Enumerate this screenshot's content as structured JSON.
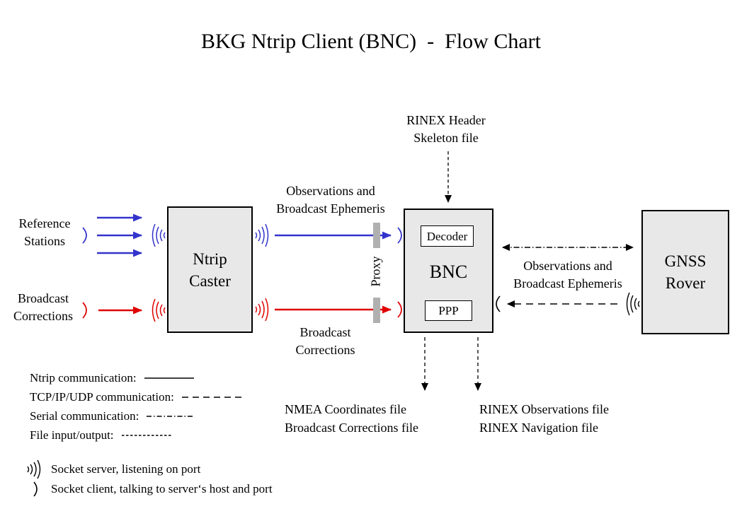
{
  "title": "BKG Ntrip Client (BNC)  -  Flow Chart",
  "colors": {
    "ntrip_blue": "#3333cc",
    "corrections_red": "#e00000",
    "box_fill": "#e8e8e8",
    "proxy_bar_gray": "#b0b0b0"
  },
  "nodes": {
    "ntrip_caster": [
      "Ntrip",
      "Caster"
    ],
    "bnc": "BNC",
    "decoder": "Decoder",
    "ppp": "PPP",
    "gnss_rover": [
      "GNSS",
      "Rover"
    ]
  },
  "labels": {
    "reference_stations": [
      "Reference",
      "Stations"
    ],
    "broadcast_corrections_source": [
      "Broadcast",
      "Corrections"
    ],
    "observations_top": [
      "Observations and",
      "Broadcast Ephemeris"
    ],
    "broadcast_corrections_link": [
      "Broadcast",
      "Corrections"
    ],
    "proxy": "Proxy",
    "observations_right": [
      "Observations and",
      "Broadcast Ephemeris"
    ],
    "rinex_header_skeleton": [
      "RINEX Header",
      "Skeleton file"
    ],
    "nmea_output": [
      "NMEA Coordinates file",
      "Broadcast Corrections file"
    ],
    "rinex_output": [
      "RINEX Observations file",
      "RINEX Navigation file"
    ]
  },
  "legend": {
    "items": [
      {
        "label": "Ntrip communication:",
        "style": "solid"
      },
      {
        "label": "TCP/IP/UDP communication:",
        "style": "dashed"
      },
      {
        "label": "Serial communication:",
        "style": "dashdot"
      },
      {
        "label": "File input/output:",
        "style": "dotted"
      }
    ]
  },
  "socket_legend": {
    "server_label": "Socket server, listening on port",
    "client_label": "Socket client, talking to server‘s host and port"
  }
}
